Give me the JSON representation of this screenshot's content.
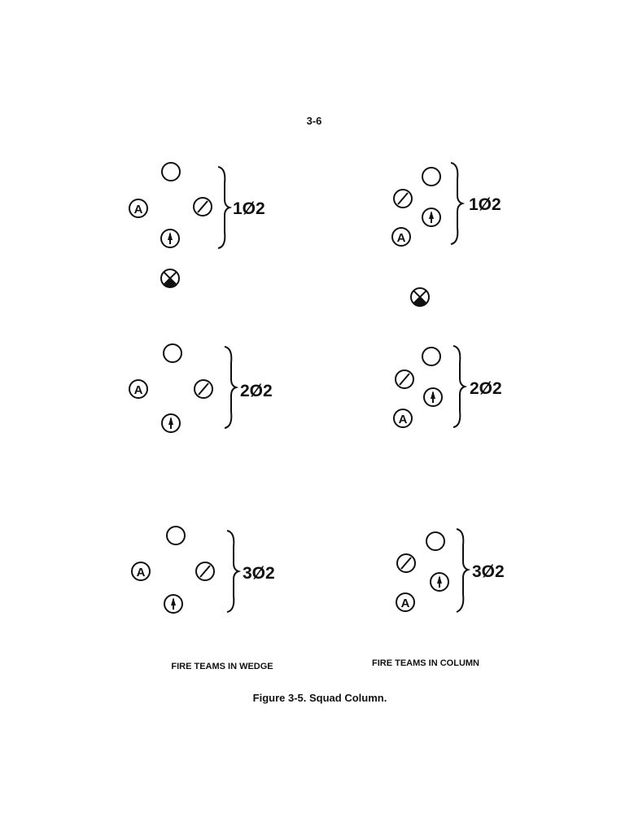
{
  "page_number": "3-6",
  "symbols": {
    "team_leader": "circle",
    "automatic_rifleman": "A",
    "grenadier": "slash-circle",
    "rifleman": "arrow-circle",
    "squad_leader": "x-circle-half-filled"
  },
  "wedge": {
    "caption": "FIRE TEAMS IN WEDGE",
    "groups": [
      {
        "label": "1Ø2"
      },
      {
        "label": "2Ø2"
      },
      {
        "label": "3Ø2"
      }
    ]
  },
  "column": {
    "caption": "FIRE TEAMS IN COLUMN",
    "groups": [
      {
        "label": "1Ø2"
      },
      {
        "label": "2Ø2"
      },
      {
        "label": "3Ø2"
      }
    ]
  },
  "figure_caption": "Figure 3-5. Squad Column."
}
